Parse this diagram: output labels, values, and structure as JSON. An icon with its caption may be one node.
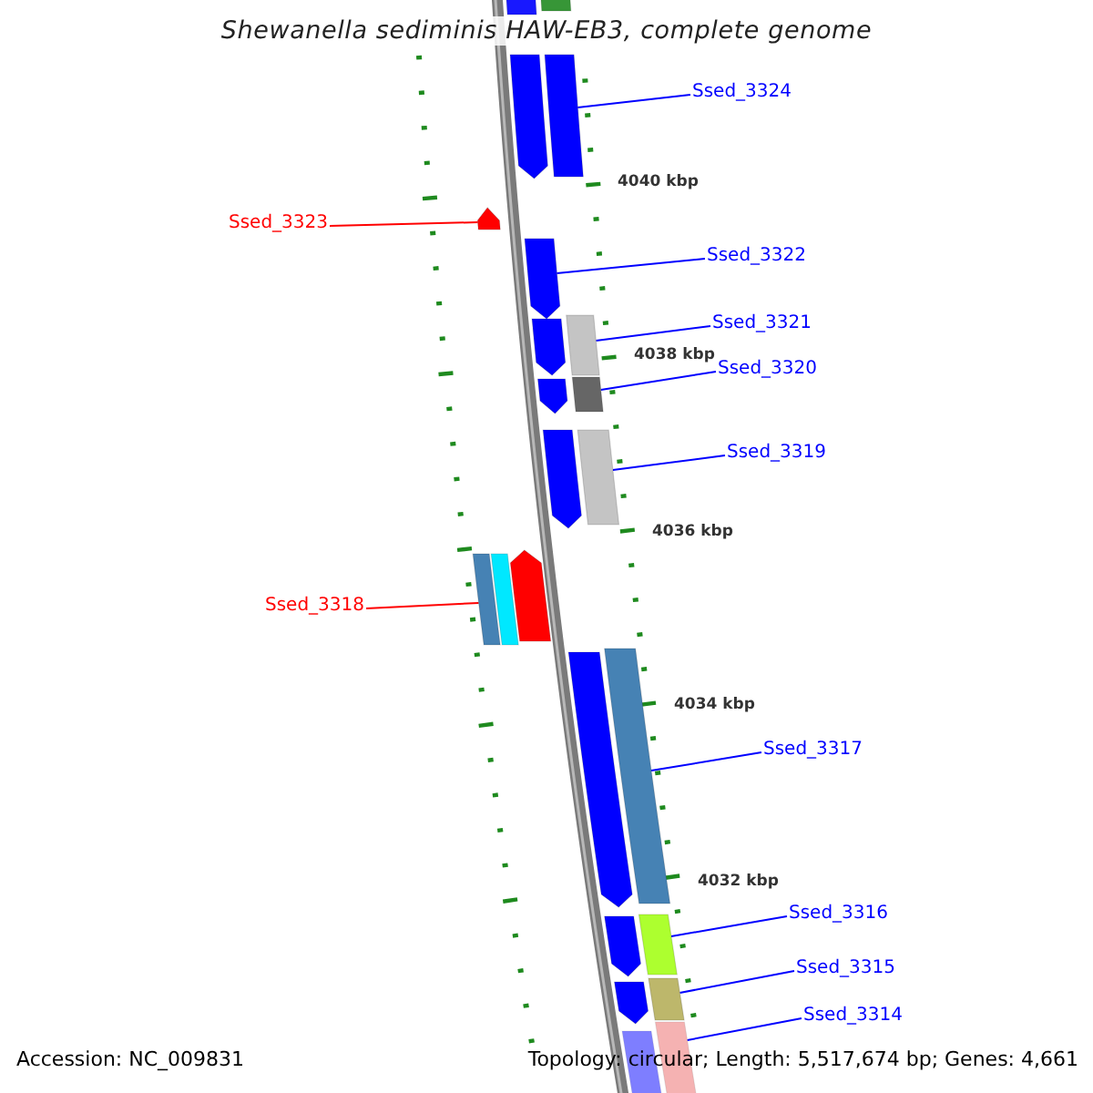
{
  "diagram": {
    "title": "Shewanella sediminis HAW-EB3, complete genome",
    "nodes": [
      {
        "text": [
          "Ssed_3324"
        ]
      },
      {
        "text": [],
        "shape": "bar"
      },
      {
        "text": [
          "Ssed_3323"
        ]
      },
      {
        "text": [],
        "shape": "bar"
      },
      {
        "text": [
          "Ssed_3322"
        ]
      },
      {
        "text": [],
        "shape": "bar"
      },
      {
        "text": [
          "Ssed_3321"
        ]
      },
      {
        "text": [],
        "shape": "bar"
      },
      {
        "text": [
          "Ssed_3320"
        ]
      },
      {
        "text": [],
        "shape": "bar"
      },
      {
        "text": [
          "Ssed_3319"
        ]
      },
      {
        "text": [],
        "shape": "bar"
      },
      {
        "text": [
          "Ssed_3318"
        ]
      },
      {
        "text": [],
        "shape": "bar"
      },
      {
        "text": [
          "Ssed_3317"
        ]
      },
      {
        "text": [],
        "shape": "bar"
      },
      {
        "text": [
          "Ssed_3316"
        ]
      },
      {
        "text": [],
        "shape": "bar"
      },
      {
        "text": [
          "Ssed_3315"
        ]
      },
      {
        "text": [],
        "shape": "bar"
      },
      {
        "text": [
          "Ssed_3314"
        ]
      },
      {
        "text": [],
        "shape": "bar"
      },
      {
        "text": [],
        "shape": "bar"
      },
      {
        "text": [],
        "shape": "bar"
      },
      {
        "text": [],
        "shape": "bar"
      },
      {
        "text": [],
        "shape": "bar"
      },
      {
        "text": [],
        "shape": "bar"
      },
      {
        "text": [],
        "shape": "bar"
      },
      {
        "text": [],
        "shape": "bar"
      },
      {
        "text": [],
        "shape": "bar"
      },
      {
        "text": [],
        "shape": "bar"
      },
      {
        "text": [],
        "shape": "bar"
      },
      {
        "text": [],
        "shape": "bar"
      },
      {
        "text": [],
        "shape": "bar"
      }
    ],
    "edges": [
      {
        "from": 0,
        "to": 1,
        "arrow": "none"
      },
      {
        "from": 2,
        "to": 3,
        "arrow": "none",
        "color": "#ff0000"
      },
      {
        "from": 4,
        "to": 5,
        "arrow": "none"
      },
      {
        "from": 6,
        "to": 7,
        "arrow": "none"
      },
      {
        "from": 8,
        "to": 9,
        "arrow": "none"
      },
      {
        "from": 10,
        "to": 11,
        "arrow": "none"
      },
      {
        "from": 12,
        "to": 13,
        "arrow": "none",
        "color": "#ff0000"
      },
      {
        "from": 14,
        "to": 15,
        "arrow": "none"
      },
      {
        "from": 16,
        "to": 17,
        "arrow": "none"
      },
      {
        "from": 18,
        "to": 19,
        "arrow": "none"
      },
      {
        "from": 20,
        "to": 21,
        "arrow": "none"
      }
    ],
    "labels": [
      "4040 kbp",
      "4038 kbp",
      "4036 kbp",
      "4034 kbp",
      "4032 kbp",
      "Accession: NC_009831",
      "Topology: circular; Length: 5,517,674 bp; Genes: 4,661"
    ]
  }
}
